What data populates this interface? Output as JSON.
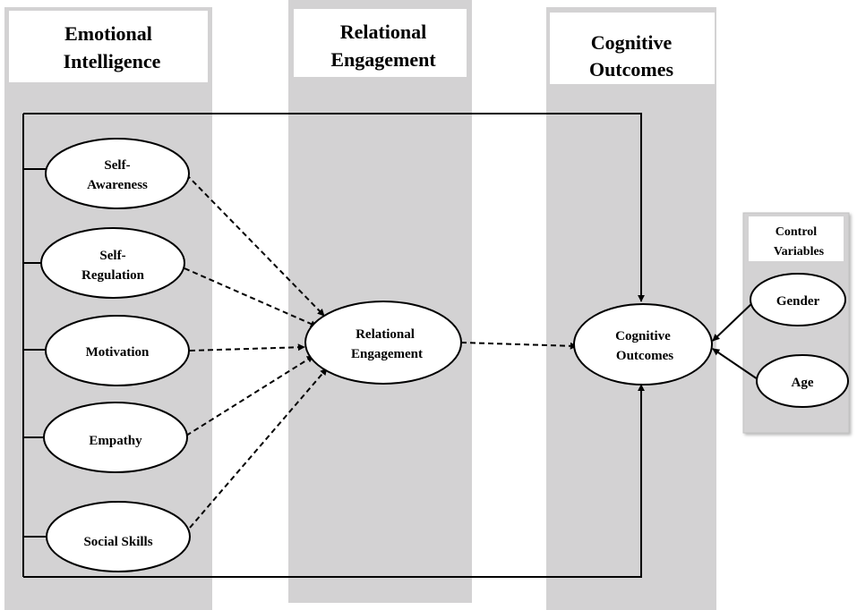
{
  "columns": {
    "emotional_intelligence": {
      "line1": "Emotional",
      "line2": "Intelligence"
    },
    "relational_engagement": {
      "line1": "Relational",
      "line2": "Engagement"
    },
    "cognitive_outcomes": {
      "line1": "Cognitive",
      "line2": "Outcomes"
    }
  },
  "control_variables": {
    "line1": "Control",
    "line2": "Variables"
  },
  "nodes": {
    "self_awareness": {
      "line1": "Self-",
      "line2": "Awareness"
    },
    "self_regulation": {
      "line1": "Self-",
      "line2": "Regulation"
    },
    "motivation": "Motivation",
    "empathy": "Empathy",
    "social_skills": "Social Skills",
    "relational_engagement": {
      "line1": "Relational",
      "line2": "Engagement"
    },
    "cognitive_outcomes": {
      "line1": "Cognitive",
      "line2": "Outcomes"
    },
    "gender": "Gender",
    "age": "Age"
  },
  "colors": {
    "column_band": "#d3d2d3",
    "title_box": "#ffffff",
    "stroke": "#000000"
  }
}
